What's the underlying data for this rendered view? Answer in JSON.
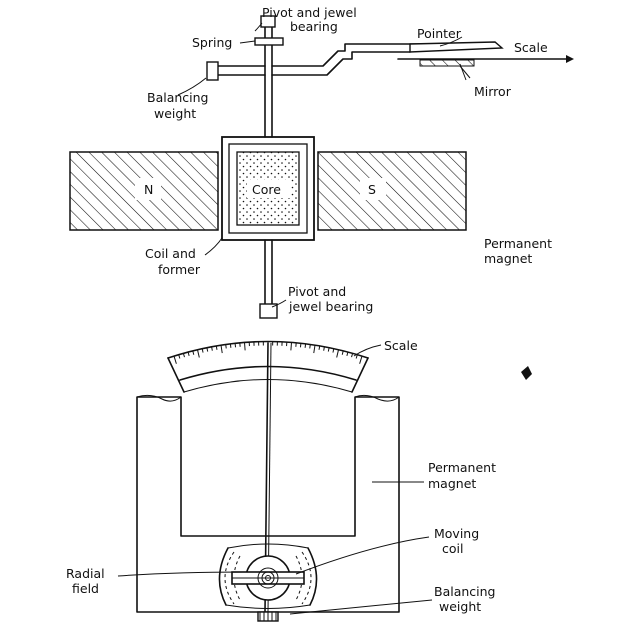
{
  "top_diagram": {
    "labels": {
      "pivot_top_line1": "Pivot and jewel",
      "pivot_top_line2": "bearing",
      "spring": "Spring",
      "pointer": "Pointer",
      "scale": "Scale",
      "mirror": "Mirror",
      "balancing_line1": "Balancing",
      "balancing_line2": "weight",
      "north": "N",
      "core": "Core",
      "south": "S",
      "coil_line1": "Coil and",
      "coil_line2": "former",
      "magnet_line1": "Permanent",
      "magnet_line2": "magnet",
      "pivot_bottom_line1": "Pivot and",
      "pivot_bottom_line2": "jewel bearing"
    }
  },
  "bottom_diagram": {
    "labels": {
      "scale": "Scale",
      "magnet_line1": "Permanent",
      "magnet_line2": "magnet",
      "moving_line1": "Moving",
      "moving_line2": "coil",
      "radial_line1": "Radial",
      "radial_line2": "field",
      "balancing_line1": "Balancing",
      "balancing_line2": "weight"
    }
  }
}
